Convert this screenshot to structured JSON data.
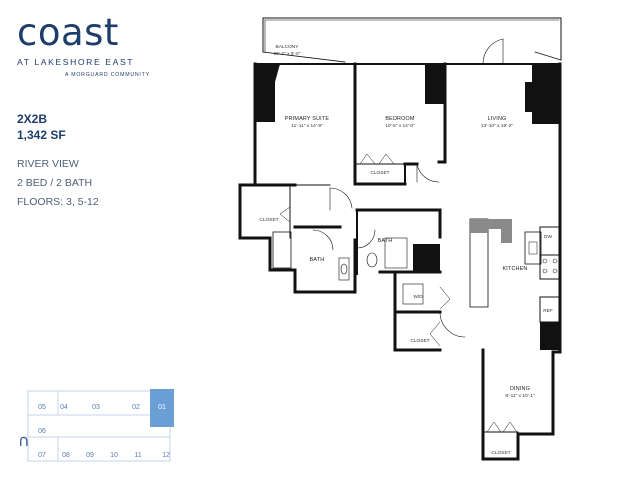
{
  "logo": {
    "wordmark": "coast",
    "line1": "AT LAKESHORE EAST",
    "line2": "A MORGUARD COMMUNITY"
  },
  "unit": {
    "code": "2X2B",
    "area": "1,342 SF",
    "view": "RIVER VIEW",
    "beds_baths": "2 BED / 2 BATH",
    "floors": "FLOORS: 3, 5-12"
  },
  "rooms": {
    "balcony": {
      "name": "BALCONY",
      "dim": "36'-2\" x 5'-0\""
    },
    "primary_suite": {
      "name": "PRIMARY SUITE",
      "dim": "11'-11\" x 14'-9\""
    },
    "bedroom": {
      "name": "BEDROOM",
      "dim": "10'-5\" x 14'-0\""
    },
    "living": {
      "name": "LIVING",
      "dim": "13'-10\" x 19'-2\""
    },
    "closet_bedroom": "CLOSET",
    "closet_primary": "CLOSET",
    "bath_primary": "BATH",
    "bath_second": "BATH",
    "kitchen": "KITCHEN",
    "wd": "W/D",
    "closet_hall": "CLOSET",
    "dining": {
      "name": "DINING",
      "dim": "8'-11\" x 10'-1\""
    },
    "closet_dining": "CLOSET",
    "dw": "DW",
    "ref": "REF"
  },
  "keyplan": {
    "top_row": [
      "05",
      "04",
      "03",
      "02",
      "01"
    ],
    "middle_row": [
      "06"
    ],
    "bottom_row": [
      "07",
      "08",
      "09",
      "10",
      "11",
      "12"
    ],
    "highlighted": "01",
    "highlight_color": "#6a9fd6",
    "north_glyph": "∩"
  },
  "colors": {
    "brand": "#1f3d6b",
    "wall": "#111111"
  }
}
